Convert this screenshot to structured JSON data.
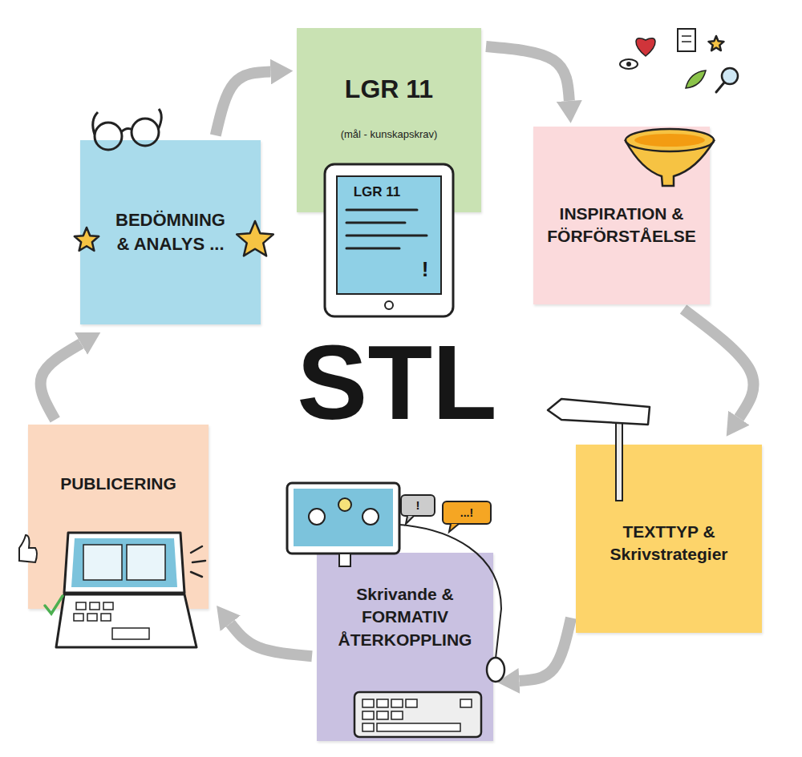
{
  "diagram": {
    "nodes": [
      {
        "text": [
          "LGR 11",
          "(mål - kunskapskrav)"
        ]
      },
      {
        "text": [
          "INSPIRATION & FÖRFÖRSTÅELSE"
        ]
      },
      {
        "text": [
          "TEXTTYP & Skrivstrategier"
        ]
      },
      {
        "text": [
          "Skrivande & FORMATIV ÅTERKOPPLING"
        ]
      },
      {
        "text": [
          "PUBLICERING"
        ]
      },
      {
        "text": [
          "BEDÖMNING & ANALYS ..."
        ]
      }
    ],
    "edges": [
      {
        "from": 0,
        "to": 1,
        "arrow": "to"
      },
      {
        "from": 1,
        "to": 2,
        "arrow": "to"
      },
      {
        "from": 2,
        "to": 3,
        "arrow": "to"
      },
      {
        "from": 3,
        "to": 4,
        "arrow": "to"
      },
      {
        "from": 4,
        "to": 5,
        "arrow": "to"
      },
      {
        "from": 5,
        "to": 0,
        "arrow": "to"
      }
    ],
    "labels": [
      "STL",
      "LGR 11",
      "!",
      "!",
      "...!"
    ]
  }
}
